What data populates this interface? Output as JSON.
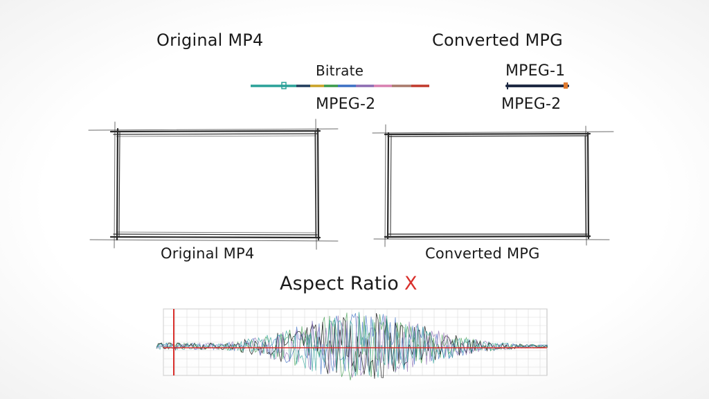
{
  "labels": {
    "original_title": "Original MP4",
    "converted_title": "Converted MPG",
    "bitrate": "Bitrate",
    "left_codec": "MPEG-2",
    "right_codec_top": "MPEG-1",
    "right_codec_bottom": "MPEG-2",
    "left_frame_caption": "Original MP4",
    "right_frame_caption": "Converted MPG",
    "aspect_ratio": "Aspect Ratio",
    "aspect_mark": "X"
  },
  "colors": {
    "ink": "#1a1a1a",
    "sketch": "#2b2b2b",
    "red": "#d9302c",
    "grid": "#d9d9d9",
    "bitrate_segments": [
      "#2aa198",
      "#2aa198",
      "#1f3b5a",
      "#c9a227",
      "#3a9a4a",
      "#3b6fc4",
      "#8c6bb1",
      "#d87fb0",
      "#a9796b",
      "#c0392b"
    ],
    "mpeg1_bar": "#1f2a44",
    "mpeg1_end": "#e07a2f"
  },
  "icons": {
    "aspect_mark": "red-x-mark"
  }
}
